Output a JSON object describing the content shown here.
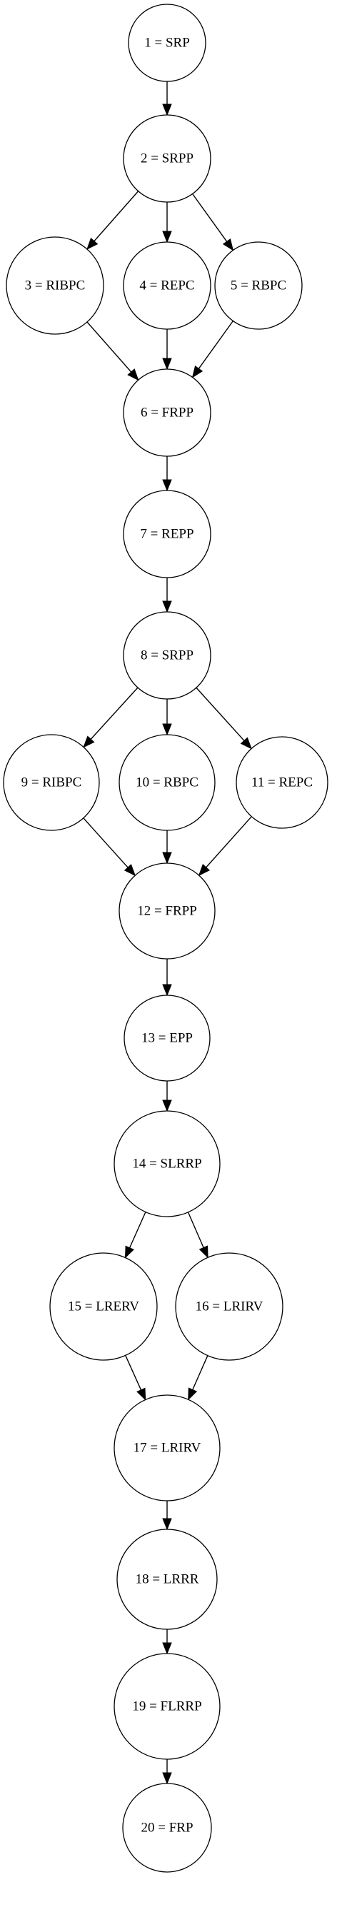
{
  "nodes": [
    {
      "id": "n1",
      "label": "1 = SRP"
    },
    {
      "id": "n2",
      "label": "2 = SRPP"
    },
    {
      "id": "n3",
      "label": "3 = RIBPC"
    },
    {
      "id": "n4",
      "label": "4 = REPC"
    },
    {
      "id": "n5",
      "label": "5 = RBPC"
    },
    {
      "id": "n6",
      "label": "6 = FRPP"
    },
    {
      "id": "n7",
      "label": "7 = REPP"
    },
    {
      "id": "n8",
      "label": "8 = SRPP"
    },
    {
      "id": "n9",
      "label": "9 = RIBPC"
    },
    {
      "id": "n10",
      "label": "10 = RBPC"
    },
    {
      "id": "n11",
      "label": "11 = REPC"
    },
    {
      "id": "n12",
      "label": "12 = FRPP"
    },
    {
      "id": "n13",
      "label": "13 = EPP"
    },
    {
      "id": "n14",
      "label": "14 = SLRRP"
    },
    {
      "id": "n15",
      "label": "15 = LRERV"
    },
    {
      "id": "n16",
      "label": "16 = LRIRV"
    },
    {
      "id": "n17",
      "label": "17 = LRIRV"
    },
    {
      "id": "n18",
      "label": "18 = LRRR"
    },
    {
      "id": "n19",
      "label": "19 = FLRRP"
    },
    {
      "id": "n20",
      "label": "20 = FRP"
    }
  ],
  "edges": [
    {
      "from": "n1",
      "to": "n2"
    },
    {
      "from": "n2",
      "to": "n3"
    },
    {
      "from": "n2",
      "to": "n4"
    },
    {
      "from": "n2",
      "to": "n5"
    },
    {
      "from": "n3",
      "to": "n6"
    },
    {
      "from": "n4",
      "to": "n6"
    },
    {
      "from": "n5",
      "to": "n6"
    },
    {
      "from": "n6",
      "to": "n7"
    },
    {
      "from": "n7",
      "to": "n8"
    },
    {
      "from": "n8",
      "to": "n9"
    },
    {
      "from": "n8",
      "to": "n10"
    },
    {
      "from": "n8",
      "to": "n11"
    },
    {
      "from": "n9",
      "to": "n12"
    },
    {
      "from": "n10",
      "to": "n12"
    },
    {
      "from": "n11",
      "to": "n12"
    },
    {
      "from": "n12",
      "to": "n13"
    },
    {
      "from": "n13",
      "to": "n14"
    },
    {
      "from": "n14",
      "to": "n15"
    },
    {
      "from": "n14",
      "to": "n16"
    },
    {
      "from": "n15",
      "to": "n17"
    },
    {
      "from": "n16",
      "to": "n17"
    },
    {
      "from": "n17",
      "to": "n18"
    },
    {
      "from": "n18",
      "to": "n19"
    },
    {
      "from": "n19",
      "to": "n20"
    }
  ]
}
